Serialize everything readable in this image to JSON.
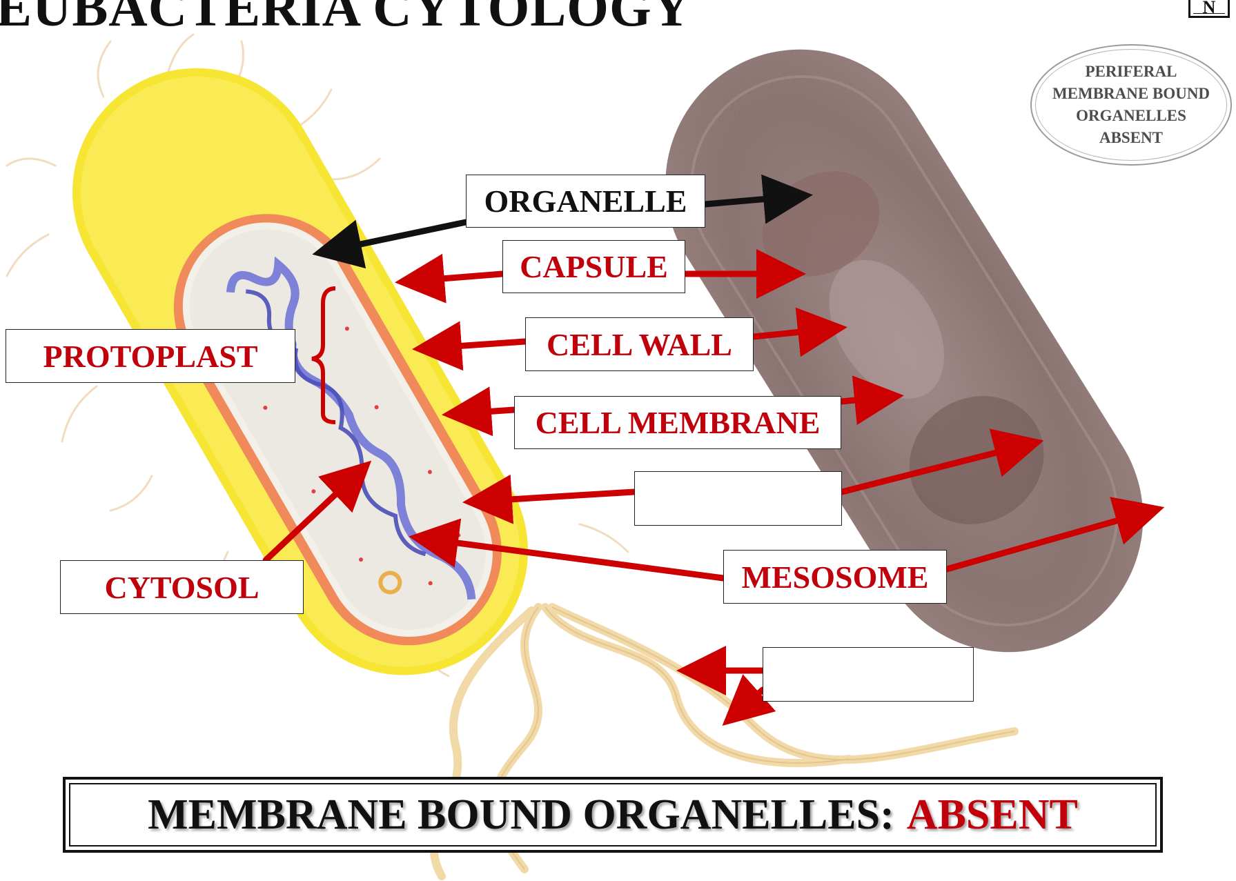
{
  "title": "EUBACTERIA CYTOLOGY",
  "logo_letter": "N",
  "labels": {
    "organelle": "ORGANELLE",
    "capsule": "CAPSULE",
    "cell_wall": "CELL WALL",
    "cell_membrane": "CELL MEMBRANE",
    "protoplast": "PROTOPLAST",
    "cytosol": "CYTOSOL",
    "mesosome": "MESOSOME",
    "blank_1": "",
    "blank_2": ""
  },
  "oval_note": "PERIFERAL\nMEMBRANE BOUND\nORGANELLES\nABSENT",
  "banner": {
    "lead": "MEMBRANE BOUND ORGANELLES:",
    "accent": "ABSENT"
  },
  "colors": {
    "label_red": "#c0000a",
    "arrow_red": "#cc0000",
    "capsule_yellow": "#f7e533",
    "cell_wall_orange": "#f08a5a",
    "dna_blue": "#6b6fd6",
    "micrograph_brown": "#7d6462"
  }
}
